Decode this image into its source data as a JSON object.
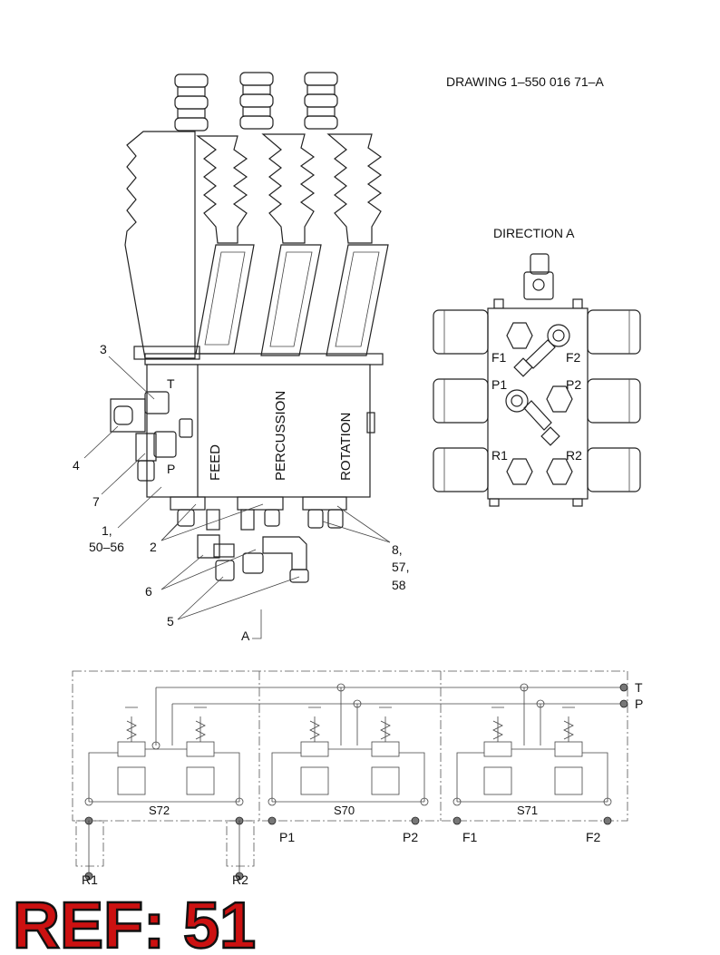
{
  "drawing_number": "DRAWING 1–550 016 71–A",
  "direction_title": "DIRECTION A",
  "section_labels": {
    "feed": "FEED",
    "percussion": "PERCUSSION",
    "rotation": "ROTATION"
  },
  "port_labels": {
    "t": "T",
    "p": "P"
  },
  "view_ports": {
    "f1": "F1",
    "f2": "F2",
    "p1": "P1",
    "p2": "P2",
    "r1": "R1",
    "r2": "R2"
  },
  "callouts": {
    "c3": "3",
    "c4": "4",
    "c7": "7",
    "c1_line1": "1,",
    "c1_line2": "50–56",
    "c2": "2",
    "c6": "6",
    "c5": "5",
    "c8_line1": "8,",
    "c8_line2": "57,",
    "c8_line3": "58",
    "a": "A"
  },
  "schematic": {
    "t": "T",
    "p": "P",
    "s72": "S72",
    "s70": "S70",
    "s71": "S71",
    "r1": "R1",
    "r2": "R2",
    "p1": "P1",
    "p2": "P2",
    "f1": "F1",
    "f2": "F2"
  },
  "ref_label": "REF: 51"
}
